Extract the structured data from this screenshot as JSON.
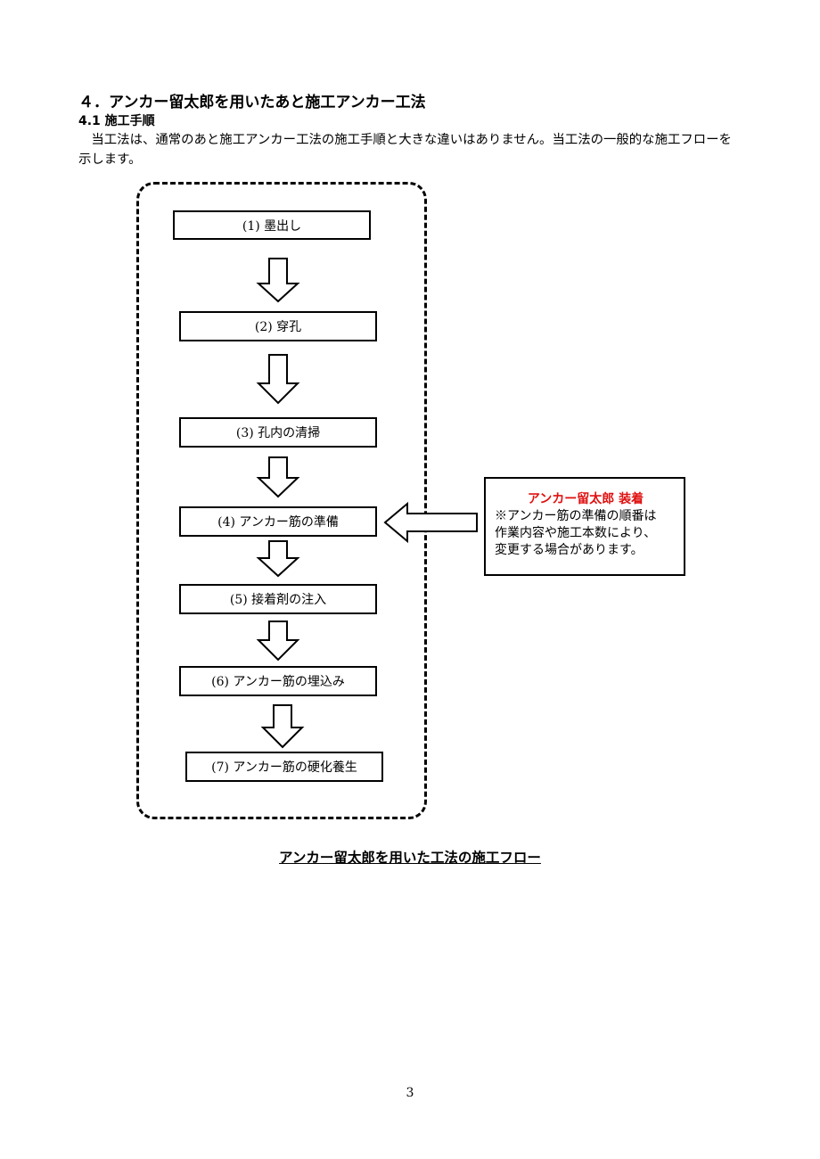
{
  "heading": "４．アンカー留太郎を用いたあと施工アンカー工法",
  "subheading": "4.1 施工手順",
  "intro": "当工法は、通常のあと施工アンカー工法の施工手順と大きな違いはありません。当工法の一般的な施工フローを示します。",
  "steps": [
    "(1) 墨出し",
    "(2) 穿孔",
    "(3) 孔内の清掃",
    "(4) アンカー筋の準備",
    "(5) 接着剤の注入",
    "(6) アンカー筋の埋込み",
    "(7) アンカー筋の硬化養生"
  ],
  "note": {
    "title": "アンカー留太郎 装着",
    "lines": [
      "※アンカー筋の準備の順番は",
      "作業内容や施工本数により、",
      "変更する場合があります。"
    ],
    "title_color": "#e01010"
  },
  "caption": "アンカー留太郎を用いた工法の施工フロー",
  "page_number": "3"
}
